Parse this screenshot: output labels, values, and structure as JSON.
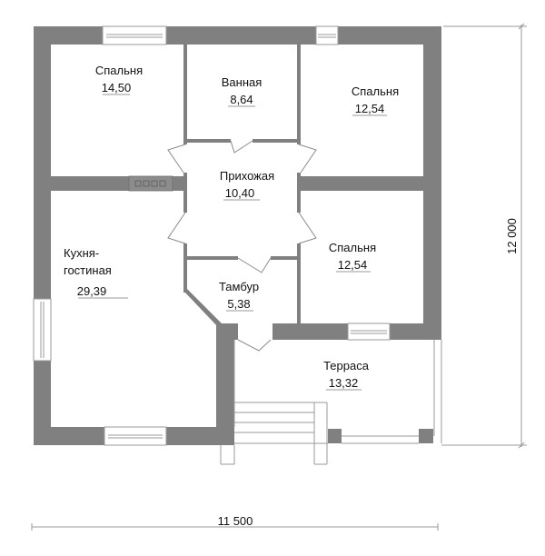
{
  "plan": {
    "colors": {
      "wall": "#808080",
      "line": "#9a9a9a",
      "text": "#111111",
      "background": "#ffffff"
    },
    "rooms": [
      {
        "id": "bedroom-1",
        "name": "Спальня",
        "area": "14,50"
      },
      {
        "id": "bathroom",
        "name": "Ванная",
        "area": "8,64"
      },
      {
        "id": "bedroom-2",
        "name": "Спальня",
        "area": "12,54"
      },
      {
        "id": "hallway",
        "name": "Прихожая",
        "area": "10,40"
      },
      {
        "id": "kitchen-living",
        "name_line1": "Кухня-",
        "name_line2": "гостиная",
        "area": "29,39"
      },
      {
        "id": "bedroom-3",
        "name": "Спальня",
        "area": "12,54"
      },
      {
        "id": "vestibule",
        "name": "Тамбур",
        "area": "5,38"
      },
      {
        "id": "terrace",
        "name": "Терраса",
        "area": "13,32"
      }
    ],
    "dimensions": {
      "width": "11 500",
      "height": "12 000"
    }
  }
}
